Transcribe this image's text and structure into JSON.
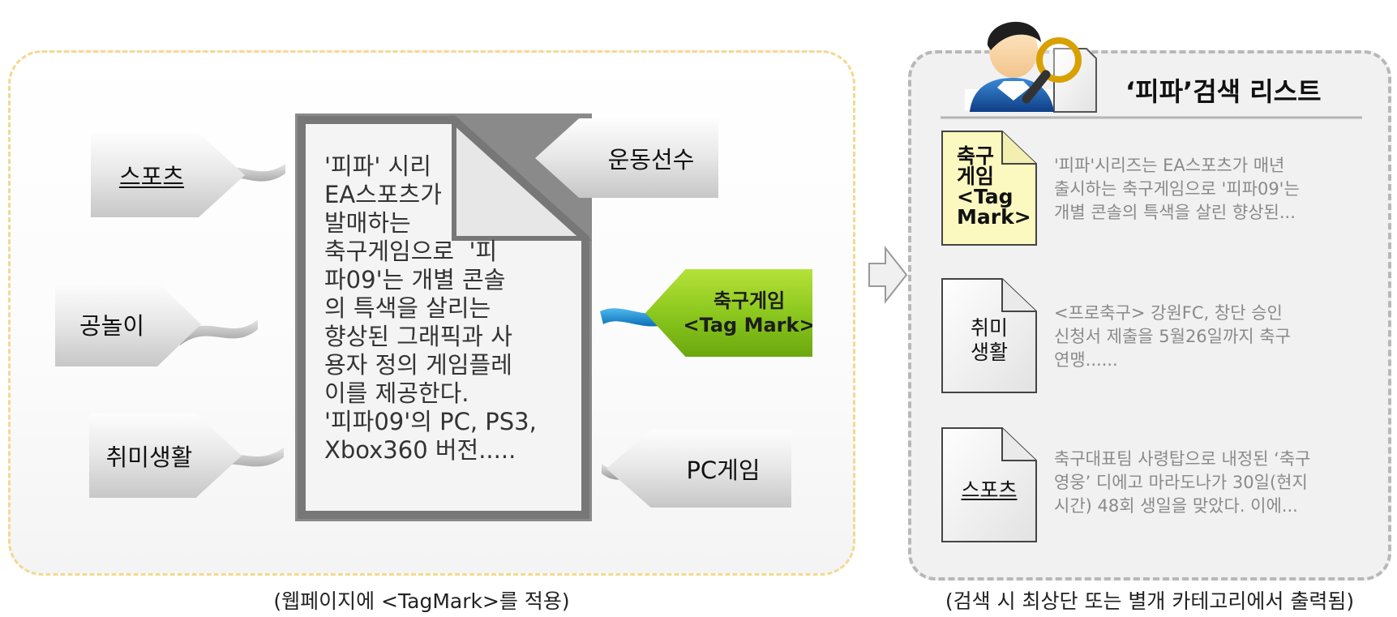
{
  "left": {
    "caption": "(웹페이지에 <TagMark>를 적용)",
    "tags": {
      "sports": "스포츠",
      "ball_game": "공놀이",
      "hobby": "취미생활",
      "athlete": "운동선수",
      "pc_game": "PC게임",
      "football_game_line1": "축구게임",
      "football_game_line2": "<Tag Mark>"
    },
    "document_text": "'피파' 시리\nEA스포츠가\n발매하는\n축구게임으로  '피\n파09'는 개별 콘솔\n의 특색을 살리는\n향상된 그래픽과 사\n용자 정의 게임플레\n이를 제공한다.\n'피파09'의 PC, PS3,\nXbox360 버전....."
  },
  "right": {
    "title": "‘피파’검색 리스트",
    "caption": "(검색 시 최상단 또는 별개 카테고리에서 출력됨)",
    "results": [
      {
        "label": "축구\n게임\n<Tag\nMark>",
        "text": "'피파'시리즈는 EA스포츠가 매년\n출시하는 축구게임으로 '피파09'는\n개별 콘솔의 특색을 살린 향상된..."
      },
      {
        "label": "취미\n생활",
        "text": "<프로축구> 강원FC, 창단 승인\n신청서 제출을 5월26일까지 축구\n연맹......"
      },
      {
        "label": "스포츠",
        "text": "축구대표팀 사령탑으로 내정된 ‘축구\n영웅’ 디에고 마라도나가 30일(현지\n시간) 48회 생일을 맞았다. 이에..."
      }
    ]
  },
  "colors": {
    "left_border": "#f3d98f",
    "right_border": "#b8b8b8",
    "tag_green": "#8cc81e",
    "highlight_doc": "#fbf8c0",
    "swoosh_blue": "#1f8fd6"
  },
  "icons": [
    "user-search-icon",
    "magnifier-icon",
    "arrow-right-icon",
    "document-icon"
  ]
}
